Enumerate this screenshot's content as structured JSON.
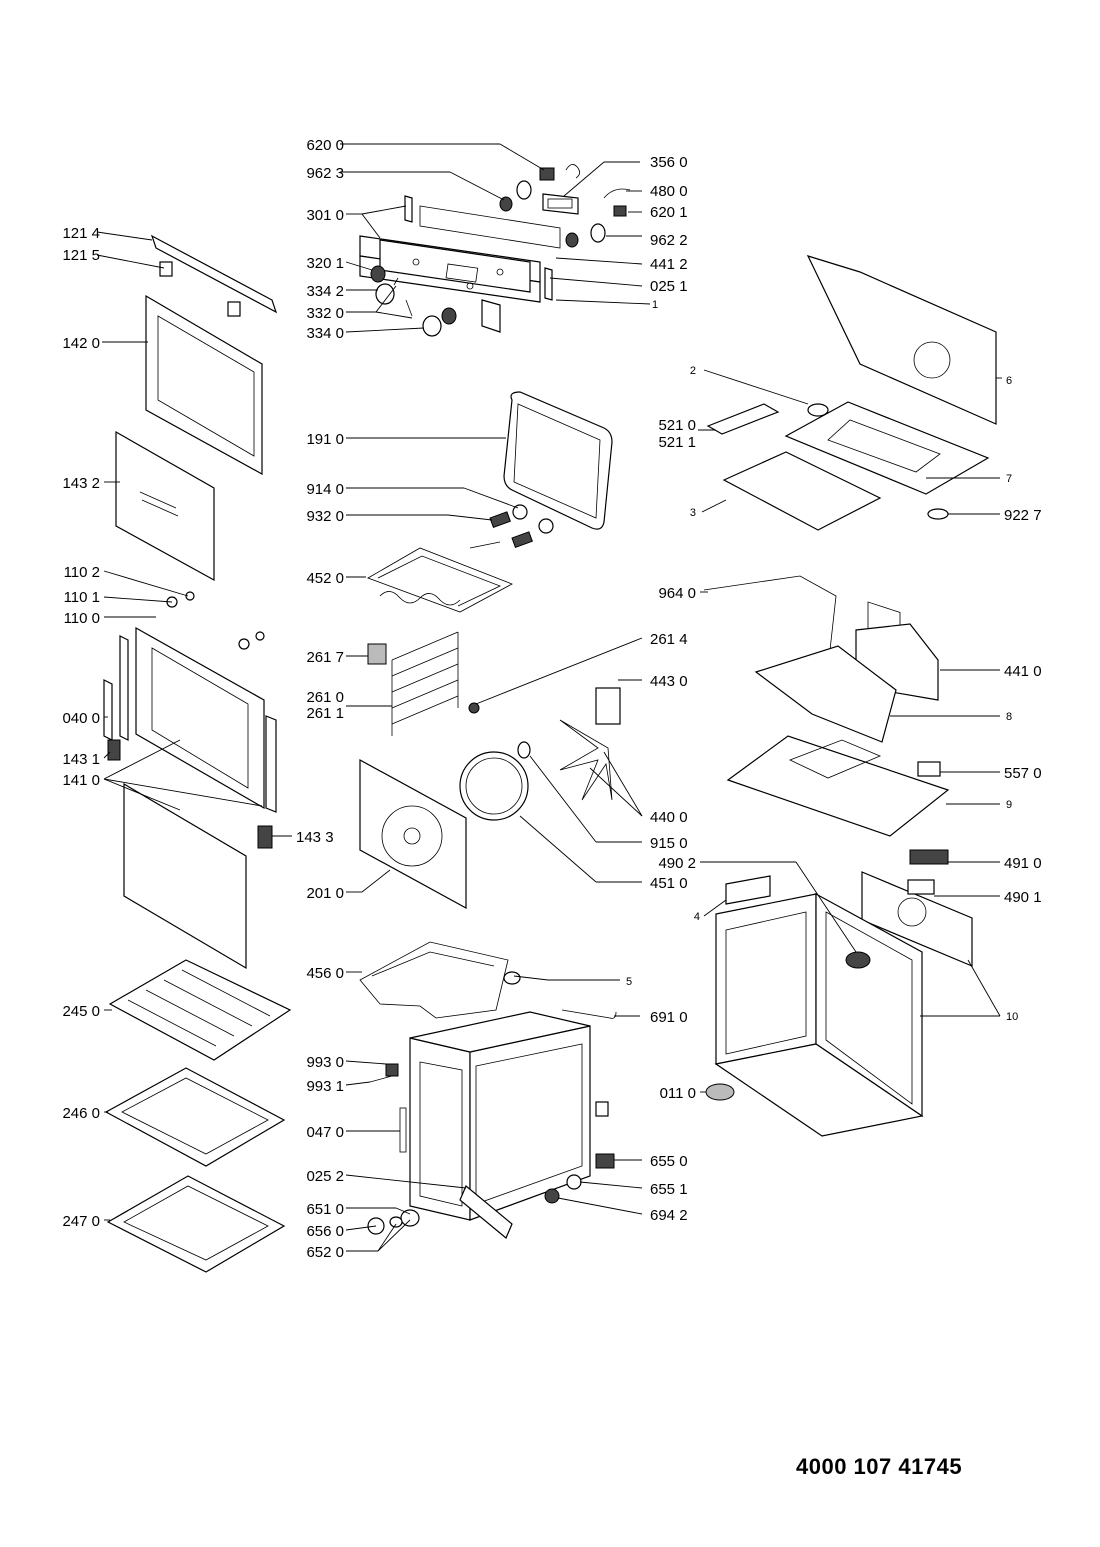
{
  "document_number": "4000 107 41745",
  "labels": {
    "l6200": "620 0",
    "l9623": "962 3",
    "l3010": "301 0",
    "l3201": "320 1",
    "l3342": "334 2",
    "l3320": "332 0",
    "l3340": "334 0",
    "l3560": "356 0",
    "l4800": "480 0",
    "l6201": "620 1",
    "l9622": "962 2",
    "l4412": "441 2",
    "l0251": "025 1",
    "l1": "1",
    "l1214": "121 4",
    "l1215": "121 5",
    "l1420": "142 0",
    "l1432": "143 2",
    "l1102": "110 2",
    "l1101": "110 1",
    "l1100": "110 0",
    "l0400": "040 0",
    "l1431": "143 1",
    "l1410": "141 0",
    "l1433": "143 3",
    "l2450": "245 0",
    "l2460": "246 0",
    "l2470": "247 0",
    "l1910": "191 0",
    "l9140": "914 0",
    "l9320": "932 0",
    "l4520": "452 0",
    "l2617": "261 7",
    "l2610": "261 0",
    "l2611": "261 1",
    "l2614": "261 4",
    "l4430": "443 0",
    "l4400": "440 0",
    "l9150": "915 0",
    "l4510": "451 0",
    "l2010": "201 0",
    "l4560": "456 0",
    "l5": "5",
    "l6910": "691 0",
    "l9930": "993 0",
    "l9931": "993 1",
    "l0470": "047 0",
    "l0252": "025 2",
    "l6510": "651 0",
    "l6560": "656 0",
    "l6520": "652 0",
    "l6550": "655 0",
    "l6551": "655 1",
    "l6942": "694 2",
    "l0110": "011 0",
    "l2": "2",
    "l6": "6",
    "l5210": "521 0",
    "l5211": "521 1",
    "l7": "7",
    "l3": "3",
    "l9227": "922 7",
    "l9640": "964 0",
    "l4410": "441 0",
    "l8": "8",
    "l5570": "557 0",
    "l9": "9",
    "l4902": "490 2",
    "l4910": "491 0",
    "l4": "4",
    "l4901": "490 1",
    "l10": "10"
  }
}
